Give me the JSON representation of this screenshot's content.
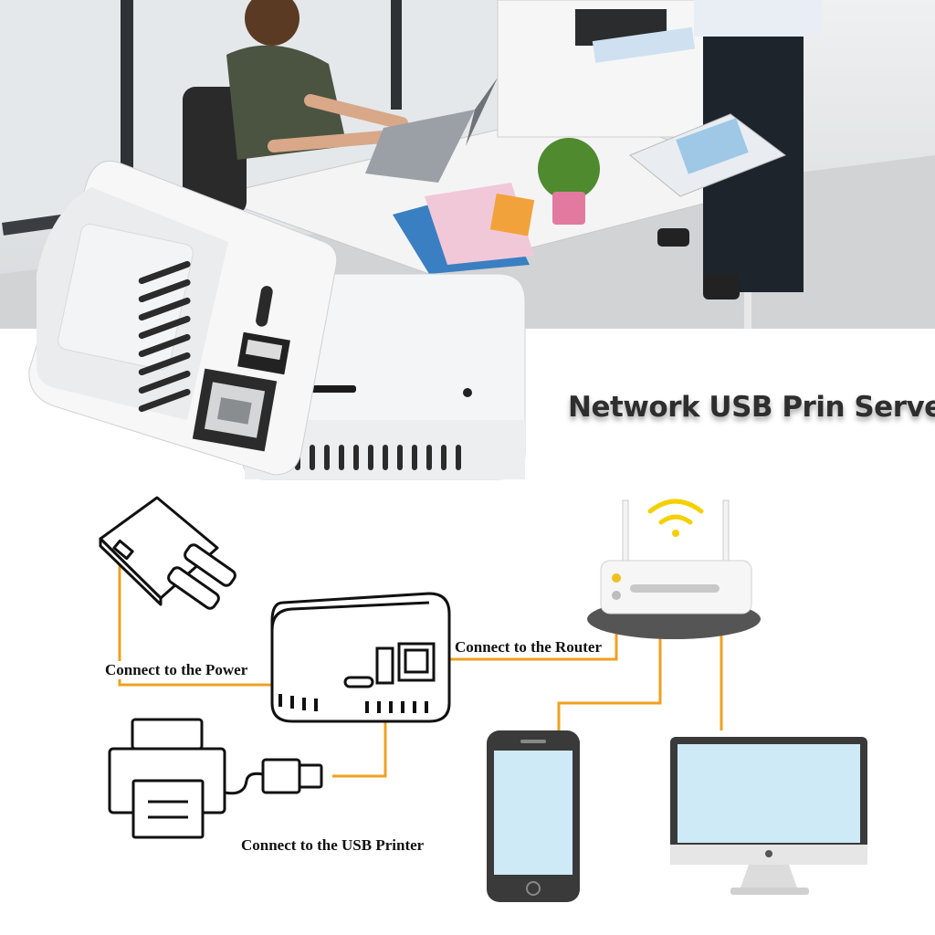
{
  "title": "Network USB Prin Server",
  "labels": {
    "power": "Connect to  the Power",
    "router": "Connect to the Router",
    "printer": "Connect to the USB Printer"
  },
  "colors": {
    "wire": "#f0a020",
    "wifi": "#f5d000",
    "router_led": "#f0c020",
    "screen": "#cfeaf7",
    "device_bezel": "#3a3a3a",
    "monitor_frame": "#3a3a3a"
  },
  "icons": [
    "power-adapter-icon",
    "print-server-icon",
    "usb-printer-icon",
    "usb-plug-icon",
    "router-icon",
    "wifi-icon",
    "smartphone-icon",
    "desktop-monitor-icon"
  ]
}
